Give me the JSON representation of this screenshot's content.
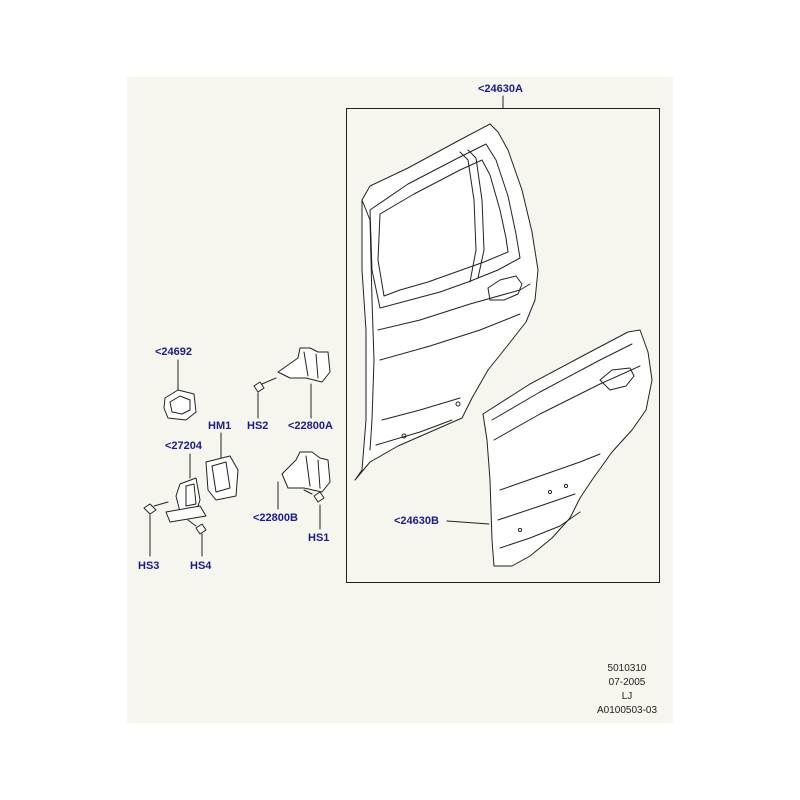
{
  "callouts": {
    "door_assembly_a": "<24630A",
    "door_assembly_b": "<24630B",
    "bumper": "<24692",
    "check_strap": "<27204",
    "hinge_upper": "<22800A",
    "hinge_lower": "<22800B",
    "hm1": "HM1",
    "hs1": "HS1",
    "hs2": "HS2",
    "hs3": "HS3",
    "hs4": "HS4"
  },
  "metadata": {
    "line1": "5010310",
    "line2": "07-2005",
    "line3": "LJ",
    "line4": "A0100503-03"
  },
  "colors": {
    "callout_text": "#1a1a8c",
    "background": "#f6f6ef",
    "line": "#222222"
  }
}
